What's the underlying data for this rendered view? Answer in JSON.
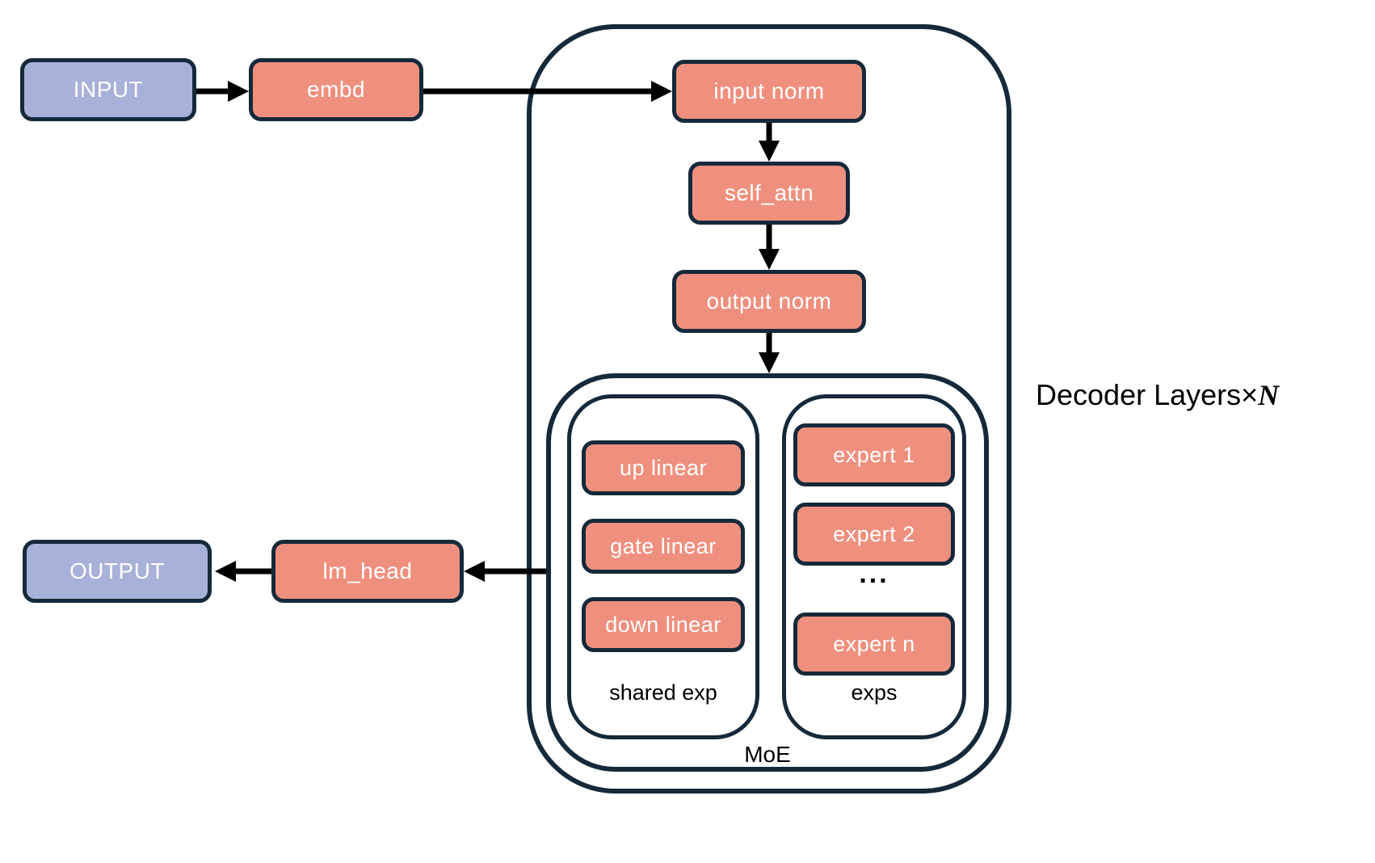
{
  "title": {
    "plain": "Decoder Layers×",
    "var": "N"
  },
  "nodes": {
    "input": "INPUT",
    "embd": "embd",
    "input_norm": "input norm",
    "self_attn": "self_attn",
    "output_norm": "output norm",
    "lm_head": "lm_head",
    "output": "OUTPUT"
  },
  "moe": {
    "label": "MoE",
    "shared": {
      "label": "shared exp",
      "items": [
        "up linear",
        "gate linear",
        "down linear"
      ]
    },
    "experts": {
      "label": "exps",
      "items": [
        "expert 1",
        "expert 2",
        "expert n"
      ],
      "ellipsis": "..."
    }
  },
  "colors": {
    "salmon": "#EF907E",
    "lavender": "#A8B1D8",
    "border_navy": "#15293A",
    "arrow_black": "#000000",
    "background": "#FFFFFF"
  }
}
